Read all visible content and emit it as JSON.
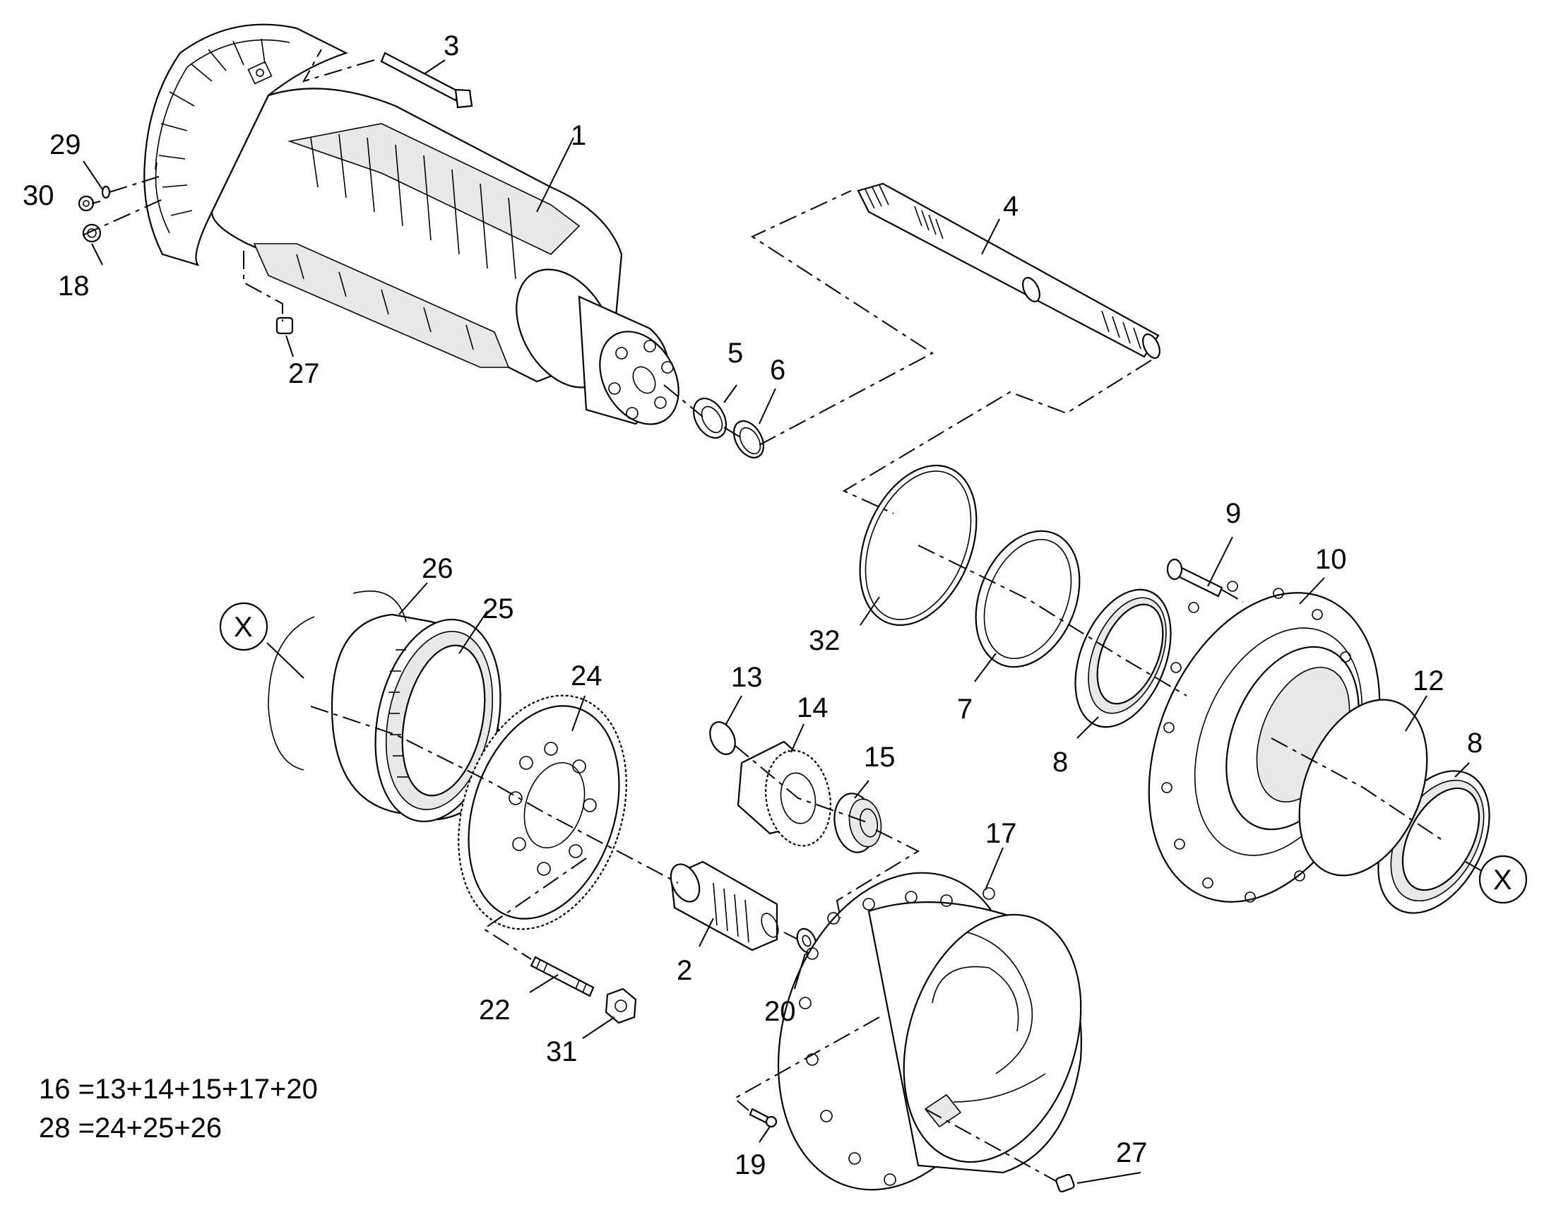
{
  "labels": {
    "p1": "1",
    "p2": "2",
    "p3": "3",
    "p4": "4",
    "p5": "5",
    "p6": "6",
    "p7": "7",
    "p8a": "8",
    "p8b": "8",
    "p9": "9",
    "p10": "10",
    "p12": "12",
    "p13": "13",
    "p14": "14",
    "p15": "15",
    "p17": "17",
    "p18": "18",
    "p19": "19",
    "p20": "20",
    "p22": "22",
    "p24": "24",
    "p25": "25",
    "p26": "26",
    "p27a": "27",
    "p27b": "27",
    "p29": "29",
    "p30": "30",
    "p31": "31",
    "p32": "32",
    "xa": "X",
    "xb": "X"
  },
  "equations": {
    "line1": "16 =13+14+15+17+20",
    "line2": "28 =24+25+26"
  }
}
